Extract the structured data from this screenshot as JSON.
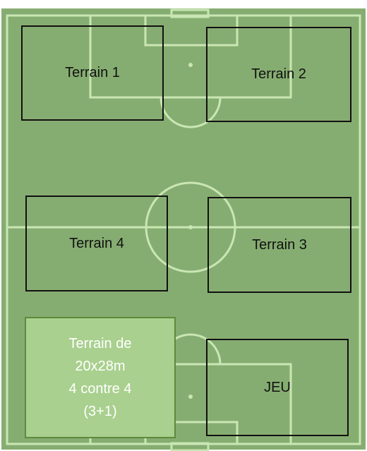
{
  "diagram": {
    "colors": {
      "pitch_fill": "#86ad71",
      "pitch_lines": "#c9e6b4",
      "zone_border": "#111111",
      "highlight_fill": "#a9d08e",
      "highlight_border": "#5c8a3c",
      "highlight_text": "#ffffff"
    },
    "zones": {
      "terrain1": {
        "label": "Terrain 1"
      },
      "terrain2": {
        "label": "Terrain 2"
      },
      "terrain4": {
        "label": "Terrain 4"
      },
      "terrain3": {
        "label": "Terrain 3"
      },
      "jeu": {
        "label": "JEU"
      },
      "terrain_small": {
        "lines": [
          "Terrain de",
          "20x28m",
          "4 contre 4",
          "(3+1)"
        ]
      }
    }
  }
}
